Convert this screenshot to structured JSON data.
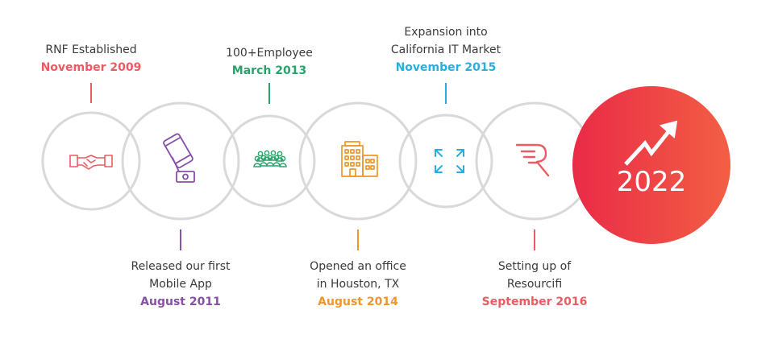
{
  "colors": {
    "ring": "#d9d9d9",
    "red": "#ea5b63",
    "purple": "#8650a6",
    "green": "#2aa36b",
    "orange": "#f0962a",
    "blue": "#29aee0",
    "year_gradient_start": "#ea2a48",
    "year_gradient_end": "#f25f43"
  },
  "milestones": [
    {
      "lines": [
        "RNF Established"
      ],
      "date": "November 2009",
      "icon": "handshake-icon"
    },
    {
      "lines": [
        "Released our first",
        "Mobile App"
      ],
      "date": "August 2011",
      "icon": "mobile-app-icon"
    },
    {
      "lines": [
        "100+Employee"
      ],
      "date": "March 2013",
      "icon": "team-icon"
    },
    {
      "lines": [
        "Opened an office",
        "in Houston, TX"
      ],
      "date": "August 2014",
      "icon": "office-building-icon"
    },
    {
      "lines": [
        "Expansion into",
        "California IT Market"
      ],
      "date": "November 2015",
      "icon": "expand-arrows-icon"
    },
    {
      "lines": [
        "Setting up of",
        "Resourcifi"
      ],
      "date": "September 2016",
      "icon": "resourcifi-logo-icon"
    }
  ],
  "final": {
    "year": "2022",
    "icon": "trend-up-arrow-icon"
  }
}
